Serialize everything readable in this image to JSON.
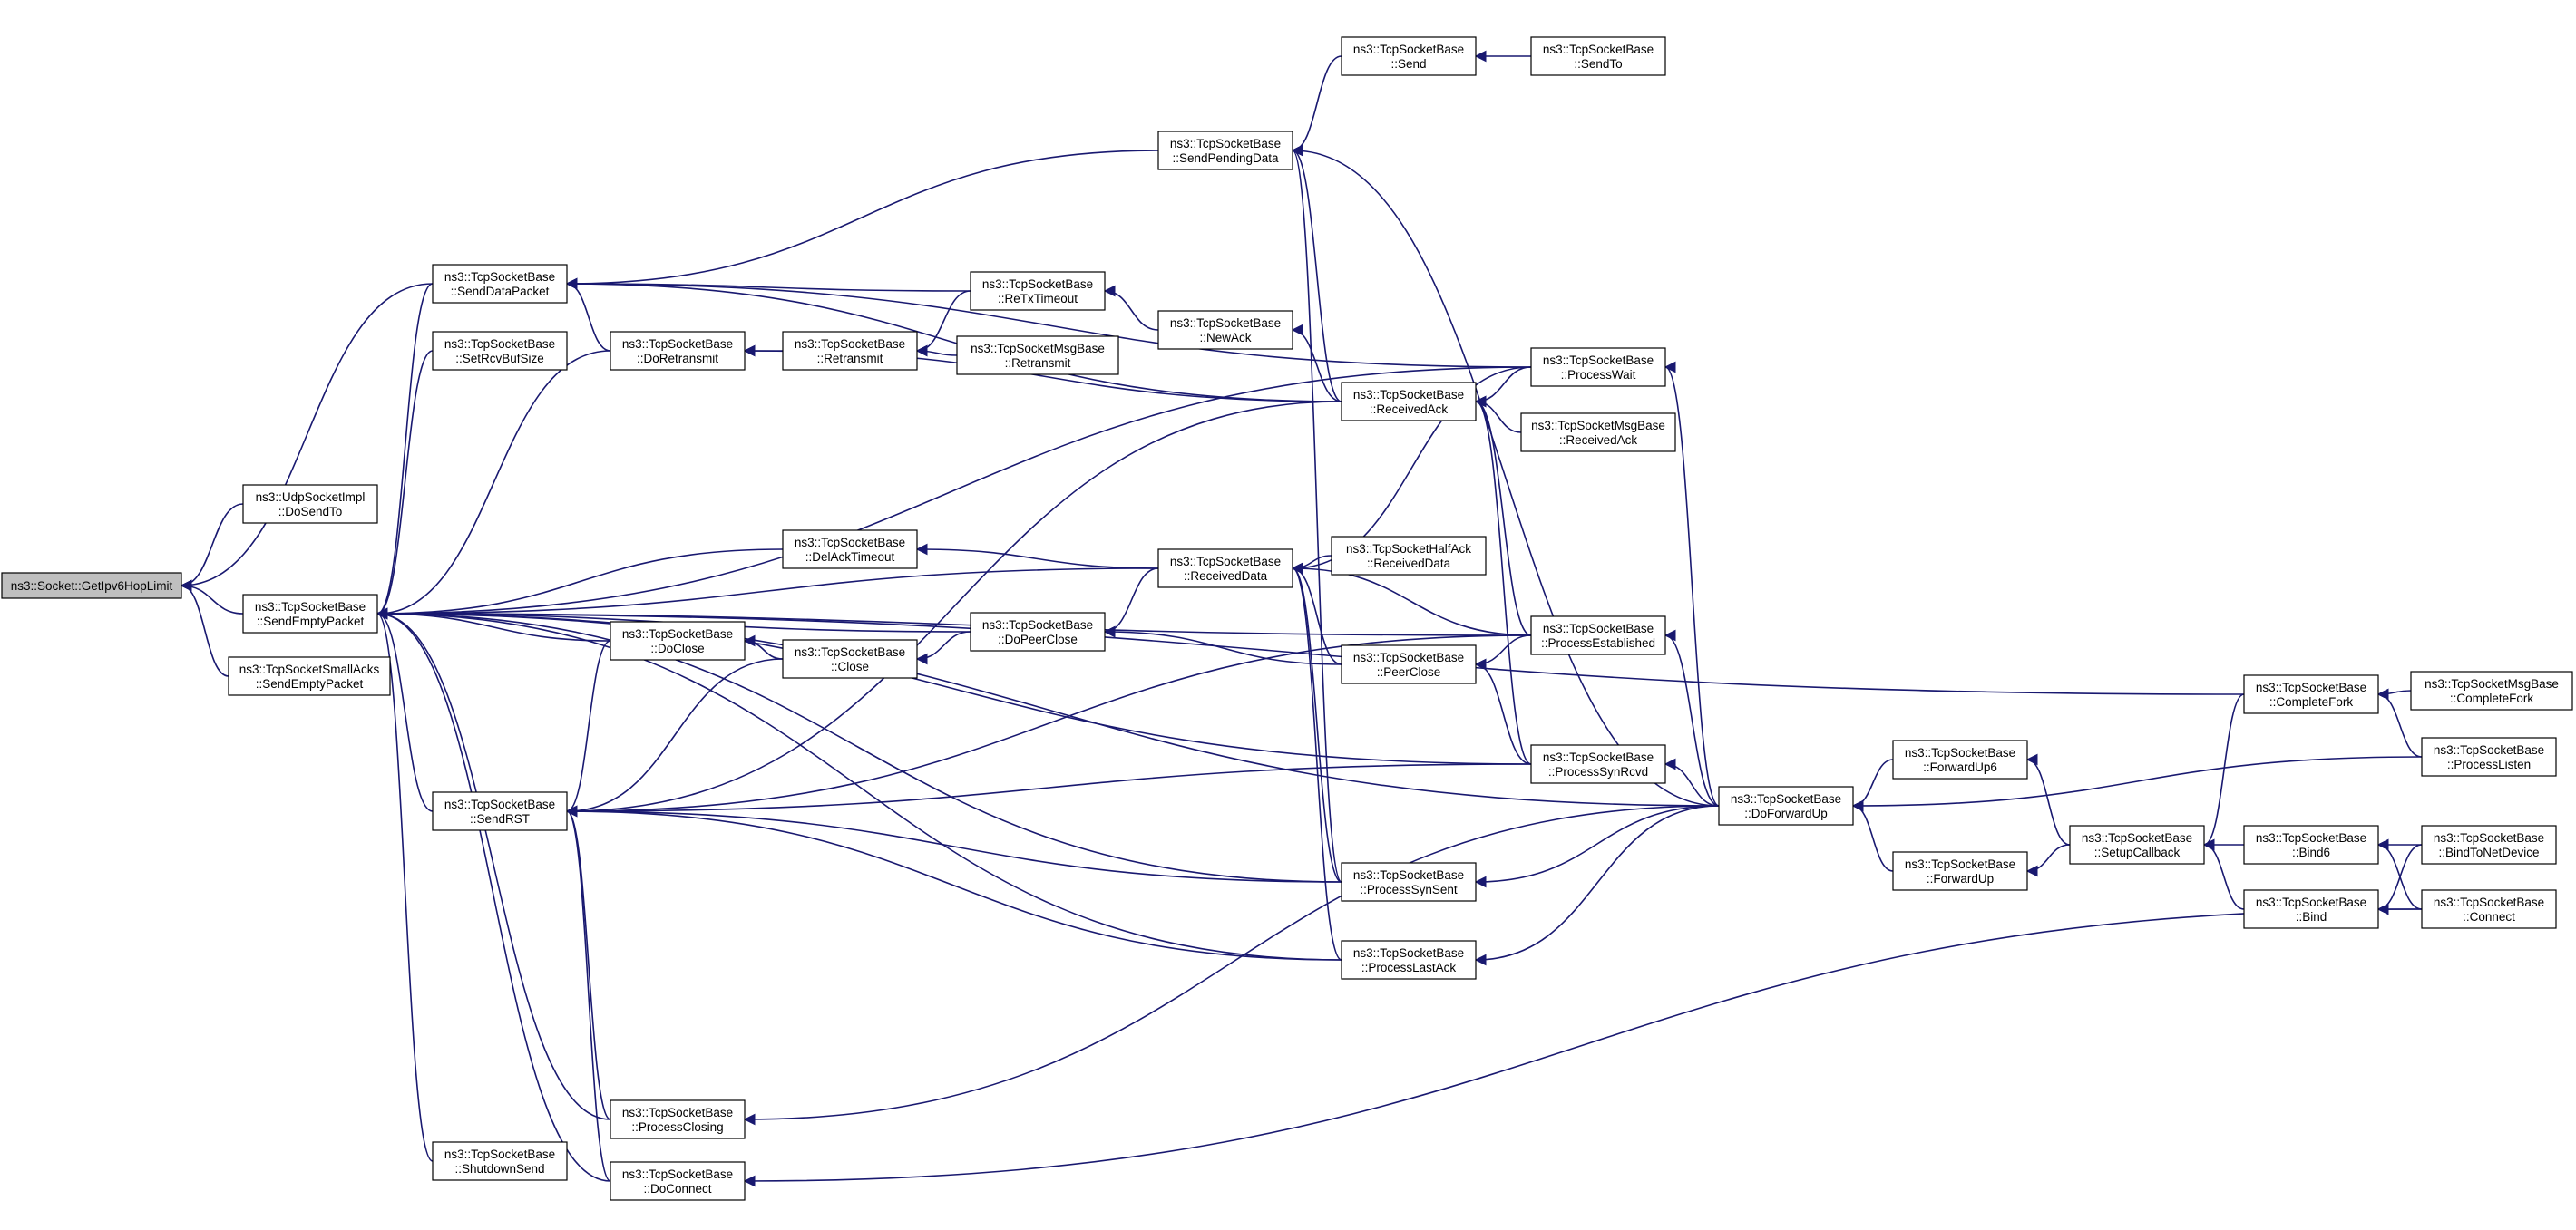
{
  "colors": {
    "edge": "#191970",
    "node_fill": "#ffffff",
    "root_fill": "#bfbfbf",
    "node_border": "#000000",
    "background": "#ffffff"
  },
  "nodes": [
    {
      "id": "root",
      "lines": [
        "ns3::Socket::GetIpv6HopLimit"
      ],
      "root": true
    },
    {
      "id": "udp_dosendto",
      "lines": [
        "ns3::UdpSocketImpl",
        "::DoSendTo"
      ]
    },
    {
      "id": "sendemptypacket",
      "lines": [
        "ns3::TcpSocketBase",
        "::SendEmptyPacket"
      ]
    },
    {
      "id": "smallacks_sendempty",
      "lines": [
        "ns3::TcpSocketSmallAcks",
        "::SendEmptyPacket"
      ]
    },
    {
      "id": "senddatapacket",
      "lines": [
        "ns3::TcpSocketBase",
        "::SendDataPacket"
      ]
    },
    {
      "id": "setrcvbufsize",
      "lines": [
        "ns3::TcpSocketBase",
        "::SetRcvBufSize"
      ]
    },
    {
      "id": "sendrst",
      "lines": [
        "ns3::TcpSocketBase",
        "::SendRST"
      ]
    },
    {
      "id": "shutdownsend",
      "lines": [
        "ns3::TcpSocketBase",
        "::ShutdownSend"
      ]
    },
    {
      "id": "doretransmit",
      "lines": [
        "ns3::TcpSocketBase",
        "::DoRetransmit"
      ]
    },
    {
      "id": "doclose",
      "lines": [
        "ns3::TcpSocketBase",
        "::DoClose"
      ]
    },
    {
      "id": "processclosing",
      "lines": [
        "ns3::TcpSocketBase",
        "::ProcessClosing"
      ]
    },
    {
      "id": "doconnect",
      "lines": [
        "ns3::TcpSocketBase",
        "::DoConnect"
      ]
    },
    {
      "id": "retxtimeout",
      "lines": [
        "ns3::TcpSocketBase",
        "::ReTxTimeout"
      ]
    },
    {
      "id": "retransmit",
      "lines": [
        "ns3::TcpSocketBase",
        "::Retransmit"
      ]
    },
    {
      "id": "msg_retransmit",
      "lines": [
        "ns3::TcpSocketMsgBase",
        "::Retransmit"
      ]
    },
    {
      "id": "delacktimeout",
      "lines": [
        "ns3::TcpSocketBase",
        "::DelAckTimeout"
      ]
    },
    {
      "id": "close",
      "lines": [
        "ns3::TcpSocketBase",
        "::Close"
      ]
    },
    {
      "id": "dopeerclose",
      "lines": [
        "ns3::TcpSocketBase",
        "::DoPeerClose"
      ]
    },
    {
      "id": "sendpendingdata",
      "lines": [
        "ns3::TcpSocketBase",
        "::SendPendingData"
      ]
    },
    {
      "id": "newack",
      "lines": [
        "ns3::TcpSocketBase",
        "::NewAck"
      ]
    },
    {
      "id": "receiveddata",
      "lines": [
        "ns3::TcpSocketBase",
        "::ReceivedData"
      ]
    },
    {
      "id": "send",
      "lines": [
        "ns3::TcpSocketBase",
        "::Send"
      ]
    },
    {
      "id": "sendto",
      "lines": [
        "ns3::TcpSocketBase",
        "::SendTo"
      ]
    },
    {
      "id": "receivedack",
      "lines": [
        "ns3::TcpSocketBase",
        "::ReceivedAck"
      ]
    },
    {
      "id": "halfack_receiveddata",
      "lines": [
        "ns3::TcpSocketHalfAck",
        "::ReceivedData"
      ]
    },
    {
      "id": "peerclose",
      "lines": [
        "ns3::TcpSocketBase",
        "::PeerClose"
      ]
    },
    {
      "id": "processsynsent",
      "lines": [
        "ns3::TcpSocketBase",
        "::ProcessSynSent"
      ]
    },
    {
      "id": "processlastack",
      "lines": [
        "ns3::TcpSocketBase",
        "::ProcessLastAck"
      ]
    },
    {
      "id": "processwait",
      "lines": [
        "ns3::TcpSocketBase",
        "::ProcessWait"
      ]
    },
    {
      "id": "msg_receivedack",
      "lines": [
        "ns3::TcpSocketMsgBase",
        "::ReceivedAck"
      ]
    },
    {
      "id": "processestablished",
      "lines": [
        "ns3::TcpSocketBase",
        "::ProcessEstablished"
      ]
    },
    {
      "id": "processsynrcvd",
      "lines": [
        "ns3::TcpSocketBase",
        "::ProcessSynRcvd"
      ]
    },
    {
      "id": "doforwardup",
      "lines": [
        "ns3::TcpSocketBase",
        "::DoForwardUp"
      ]
    },
    {
      "id": "forwardup6",
      "lines": [
        "ns3::TcpSocketBase",
        "::ForwardUp6"
      ]
    },
    {
      "id": "forwardup",
      "lines": [
        "ns3::TcpSocketBase",
        "::ForwardUp"
      ]
    },
    {
      "id": "setupcallback",
      "lines": [
        "ns3::TcpSocketBase",
        "::SetupCallback"
      ]
    },
    {
      "id": "completefork",
      "lines": [
        "ns3::TcpSocketBase",
        "::CompleteFork"
      ]
    },
    {
      "id": "msg_completefork",
      "lines": [
        "ns3::TcpSocketMsgBase",
        "::CompleteFork"
      ]
    },
    {
      "id": "processlisten",
      "lines": [
        "ns3::TcpSocketBase",
        "::ProcessListen"
      ]
    },
    {
      "id": "bind6",
      "lines": [
        "ns3::TcpSocketBase",
        "::Bind6"
      ]
    },
    {
      "id": "bind",
      "lines": [
        "ns3::TcpSocketBase",
        "::Bind"
      ]
    },
    {
      "id": "bindtonetdevice",
      "lines": [
        "ns3::TcpSocketBase",
        "::BindToNetDevice"
      ]
    },
    {
      "id": "connect",
      "lines": [
        "ns3::TcpSocketBase",
        "::Connect"
      ]
    }
  ],
  "edges": [
    {
      "from": "udp_dosendto",
      "to": "root"
    },
    {
      "from": "sendemptypacket",
      "to": "root"
    },
    {
      "from": "smallacks_sendempty",
      "to": "root"
    },
    {
      "from": "senddatapacket",
      "to": "root"
    },
    {
      "from": "setrcvbufsize",
      "to": "sendemptypacket"
    },
    {
      "from": "senddatapacket",
      "to": "sendemptypacket"
    },
    {
      "from": "doretransmit",
      "to": "sendemptypacket"
    },
    {
      "from": "sendrst",
      "to": "sendemptypacket"
    },
    {
      "from": "doclose",
      "to": "sendemptypacket"
    },
    {
      "from": "delacktimeout",
      "to": "sendemptypacket"
    },
    {
      "from": "dopeerclose",
      "to": "sendemptypacket"
    },
    {
      "from": "receiveddata",
      "to": "sendemptypacket"
    },
    {
      "from": "processwait",
      "to": "sendemptypacket"
    },
    {
      "from": "processestablished",
      "to": "sendemptypacket"
    },
    {
      "from": "processsynrcvd",
      "to": "sendemptypacket"
    },
    {
      "from": "processsynsent",
      "to": "sendemptypacket"
    },
    {
      "from": "processlastack",
      "to": "sendemptypacket"
    },
    {
      "from": "processclosing",
      "to": "sendemptypacket"
    },
    {
      "from": "shutdownsend",
      "to": "sendemptypacket"
    },
    {
      "from": "doconnect",
      "to": "sendemptypacket"
    },
    {
      "from": "doforwardup",
      "to": "sendemptypacket"
    },
    {
      "from": "completefork",
      "to": "sendemptypacket"
    },
    {
      "from": "receivedack",
      "to": "sendrst"
    },
    {
      "from": "doclose",
      "to": "sendrst"
    },
    {
      "from": "close",
      "to": "sendrst"
    },
    {
      "from": "processestablished",
      "to": "sendrst"
    },
    {
      "from": "processsynrcvd",
      "to": "sendrst"
    },
    {
      "from": "processsynsent",
      "to": "sendrst"
    },
    {
      "from": "processlastack",
      "to": "sendrst"
    },
    {
      "from": "processclosing",
      "to": "sendrst"
    },
    {
      "from": "doconnect",
      "to": "sendrst"
    },
    {
      "from": "sendpendingdata",
      "to": "senddatapacket"
    },
    {
      "from": "doretransmit",
      "to": "senddatapacket"
    },
    {
      "from": "processwait",
      "to": "senddatapacket"
    },
    {
      "from": "receivedack",
      "to": "senddatapacket"
    },
    {
      "from": "retxtimeout",
      "to": "senddatapacket"
    },
    {
      "from": "retransmit",
      "to": "doretransmit"
    },
    {
      "from": "receivedack",
      "to": "doretransmit"
    },
    {
      "from": "retxtimeout",
      "to": "retransmit"
    },
    {
      "from": "msg_retransmit",
      "to": "retransmit"
    },
    {
      "from": "newack",
      "to": "retxtimeout"
    },
    {
      "from": "receivedack",
      "to": "newack"
    },
    {
      "from": "send",
      "to": "sendpendingdata"
    },
    {
      "from": "doforwardup",
      "to": "sendpendingdata"
    },
    {
      "from": "receivedack",
      "to": "sendpendingdata"
    },
    {
      "from": "processsynsent",
      "to": "sendpendingdata"
    },
    {
      "from": "sendto",
      "to": "send"
    },
    {
      "from": "receiveddata",
      "to": "delacktimeout"
    },
    {
      "from": "close",
      "to": "doclose"
    },
    {
      "from": "dopeerclose",
      "to": "close"
    },
    {
      "from": "receiveddata",
      "to": "dopeerclose"
    },
    {
      "from": "peerclose",
      "to": "dopeerclose"
    },
    {
      "from": "halfack_receiveddata",
      "to": "receiveddata"
    },
    {
      "from": "processestablished",
      "to": "receiveddata"
    },
    {
      "from": "peerclose",
      "to": "receiveddata"
    },
    {
      "from": "processsynsent",
      "to": "receiveddata"
    },
    {
      "from": "processlastack",
      "to": "receiveddata"
    },
    {
      "from": "processwait",
      "to": "receiveddata"
    },
    {
      "from": "processwait",
      "to": "receivedack"
    },
    {
      "from": "msg_receivedack",
      "to": "receivedack"
    },
    {
      "from": "processestablished",
      "to": "receivedack"
    },
    {
      "from": "processsynrcvd",
      "to": "receivedack"
    },
    {
      "from": "processestablished",
      "to": "peerclose"
    },
    {
      "from": "processsynrcvd",
      "to": "peerclose"
    },
    {
      "from": "doforwardup",
      "to": "processwait"
    },
    {
      "from": "doforwardup",
      "to": "processestablished"
    },
    {
      "from": "doforwardup",
      "to": "processsynrcvd"
    },
    {
      "from": "doforwardup",
      "to": "processsynsent"
    },
    {
      "from": "doforwardup",
      "to": "processlastack"
    },
    {
      "from": "doforwardup",
      "to": "processclosing"
    },
    {
      "from": "forwardup6",
      "to": "doforwardup"
    },
    {
      "from": "forwardup",
      "to": "doforwardup"
    },
    {
      "from": "processlisten",
      "to": "doforwardup"
    },
    {
      "from": "setupcallback",
      "to": "forwardup6"
    },
    {
      "from": "setupcallback",
      "to": "forwardup"
    },
    {
      "from": "completefork",
      "to": "setupcallback"
    },
    {
      "from": "bind6",
      "to": "setupcallback"
    },
    {
      "from": "bind",
      "to": "setupcallback"
    },
    {
      "from": "msg_completefork",
      "to": "completefork"
    },
    {
      "from": "processlisten",
      "to": "completefork"
    },
    {
      "from": "bindtonetdevice",
      "to": "bind6"
    },
    {
      "from": "connect",
      "to": "bind6"
    },
    {
      "from": "bindtonetdevice",
      "to": "bind"
    },
    {
      "from": "connect",
      "to": "bind"
    },
    {
      "from": "connect",
      "to": "doconnect"
    }
  ]
}
